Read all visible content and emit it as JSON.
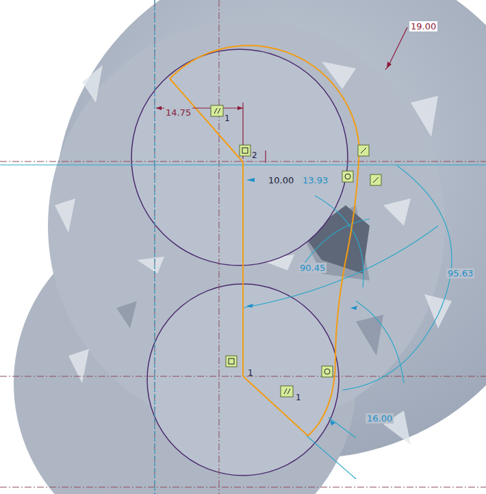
{
  "diagram": {
    "labels": [
      "19.00",
      "14.75",
      "1",
      "2",
      "10.00",
      "13.93",
      "90.45",
      "95.63",
      "1",
      "1",
      "16.00"
    ]
  }
}
